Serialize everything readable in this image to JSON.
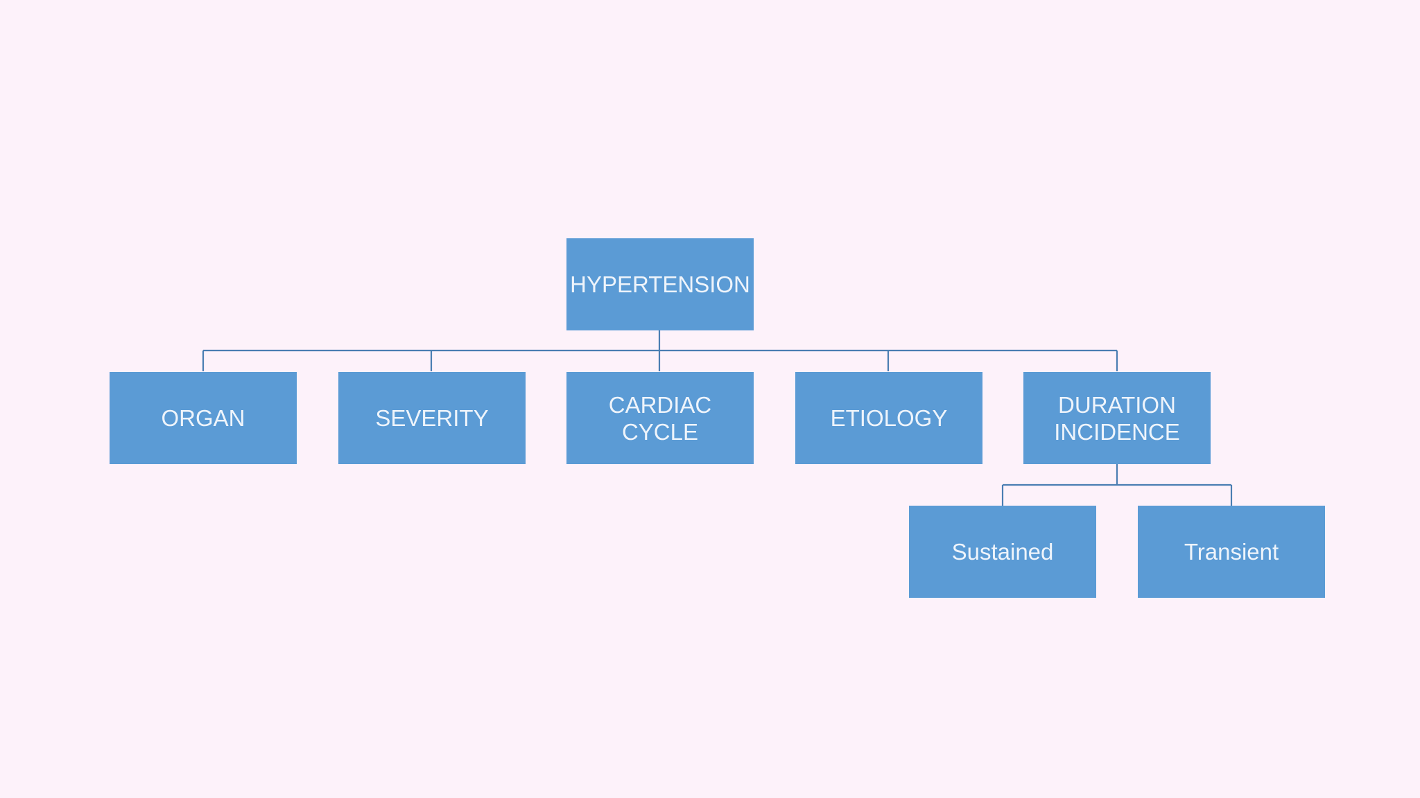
{
  "root": {
    "label": "HYPERTENSION"
  },
  "level1": [
    {
      "label": "ORGAN"
    },
    {
      "label": "SEVERITY"
    },
    {
      "label": "CARDIAC\nCYCLE"
    },
    {
      "label": "ETIOLOGY"
    },
    {
      "label": "DURATION\nINCIDENCE"
    }
  ],
  "level2": [
    {
      "label": "Sustained"
    },
    {
      "label": "Transient"
    }
  ],
  "colors": {
    "background": "#fdf2fa",
    "node_fill": "#5b9bd5",
    "node_text": "#eef4fb",
    "connector": "#4a7eb2"
  }
}
